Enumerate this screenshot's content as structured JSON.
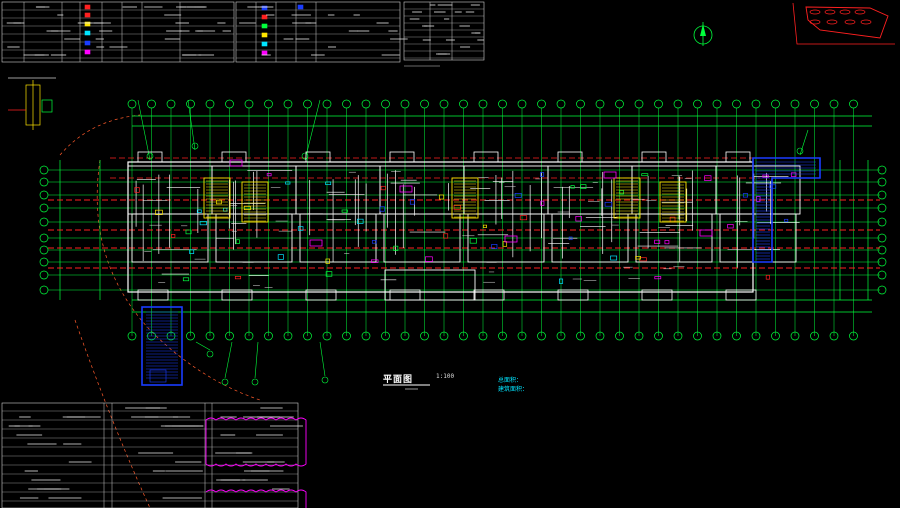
{
  "drawing": {
    "title": "平面图",
    "scale": "1:100",
    "area_line_1": "总面积：",
    "area_line_2": "建筑面积：",
    "colors": {
      "background": "#000000",
      "wall": "#ffffff",
      "axis_grid": "#00ff3c",
      "red_dash": "#ff2020",
      "blue_hatch": "#1a3cff",
      "magenta": "#ff00ff",
      "yellow": "#ffe600",
      "cyan": "#00e5ff"
    },
    "icons": [
      "north-arrow-icon",
      "key-plan-icon",
      "detail-section-icon"
    ]
  }
}
